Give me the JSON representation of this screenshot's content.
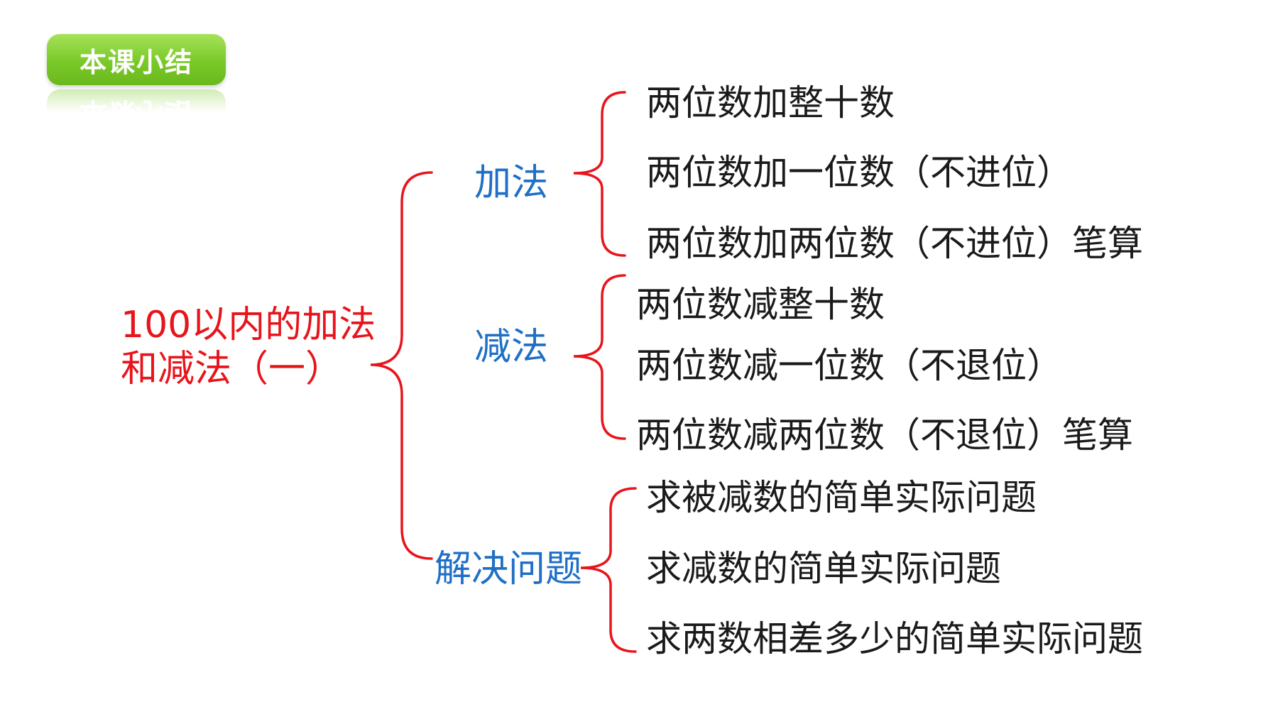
{
  "badge": {
    "label": "本课小结"
  },
  "root": {
    "line1": "100以内的加法",
    "line2": "和减法（一）"
  },
  "branches": [
    {
      "label": "加法",
      "items": [
        "两位数加整十数",
        "两位数加一位数（不进位）",
        "两位数加两位数（不进位）笔算"
      ]
    },
    {
      "label": "减法",
      "items": [
        "两位数减整十数",
        "两位数减一位数（不退位）",
        "两位数减两位数（不退位）笔算"
      ]
    },
    {
      "label": "解决问题",
      "items": [
        "求被减数的简单实际问题",
        "求减数的简单实际问题",
        "求两数相差多少的简单实际问题"
      ]
    }
  ],
  "colors": {
    "root_text": "#e8141b",
    "branch_text": "#1f6fc6",
    "leaf_text": "#1a1a1a",
    "brace": "#e8141b",
    "badge": "#79c928"
  }
}
